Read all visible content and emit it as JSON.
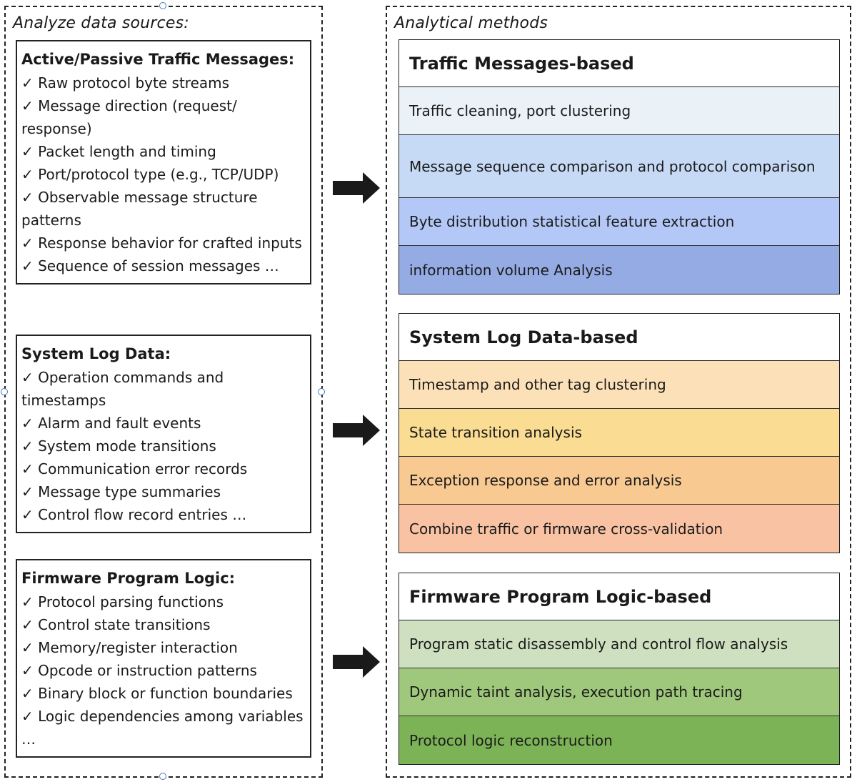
{
  "left_panel": {
    "caption": "Analyze data sources:",
    "boxes": [
      {
        "title": "Active/Passive Traffic Messages:",
        "items": [
          "✓ Raw protocol byte streams",
          "✓ Message direction (request/ response)",
          "✓ Packet length and timing",
          "✓ Port/protocol type (e.g., TCP/UDP)",
          "✓ Observable message structure patterns",
          "✓ Response behavior for crafted inputs",
          "✓ Sequence of session messages …"
        ]
      },
      {
        "title": "System Log Data:",
        "items": [
          "✓ Operation commands and timestamps",
          "✓ Alarm and fault events",
          "✓ System mode transitions",
          "✓ Communication error records",
          "✓ Message type summaries",
          "✓ Control flow record entries …"
        ]
      },
      {
        "title": "Firmware Program Logic:",
        "items": [
          "✓ Protocol parsing functions",
          "✓ Control state transitions",
          "✓ Memory/register interaction",
          "✓ Opcode or instruction patterns",
          "✓ Binary block or function boundaries",
          "✓ Logic dependencies among variables …"
        ]
      }
    ]
  },
  "right_panel": {
    "caption": "Analytical methods",
    "groups": [
      {
        "title": "Traffic Messages-based",
        "rows": [
          {
            "label": "Traffic cleaning, port clustering",
            "color": "#eaf2f8"
          },
          {
            "label": "Message sequence comparison and protocol comparison",
            "color": "#c7daf5"
          },
          {
            "label": "Byte distribution statistical feature extraction",
            "color": "#b3c8f6"
          },
          {
            "label": "information volume Analysis",
            "color": "#95abe4"
          }
        ]
      },
      {
        "title": "System Log Data-based",
        "rows": [
          {
            "label": "Timestamp and other tag clustering",
            "color": "#fce1b8"
          },
          {
            "label": "State transition analysis",
            "color": "#fadc92"
          },
          {
            "label": "Exception response and error analysis",
            "color": "#f9c992"
          },
          {
            "label": "Combine traffic or firmware cross-validation",
            "color": "#f8c2a3"
          }
        ]
      },
      {
        "title": "Firmware Program Logic-based",
        "rows": [
          {
            "label": "Program static disassembly and control flow analysis",
            "color": "#cfe0c0"
          },
          {
            "label": "Dynamic taint analysis, execution path tracing",
            "color": "#9fc87c"
          },
          {
            "label": "Protocol logic reconstruction",
            "color": "#7db357"
          }
        ]
      }
    ]
  }
}
